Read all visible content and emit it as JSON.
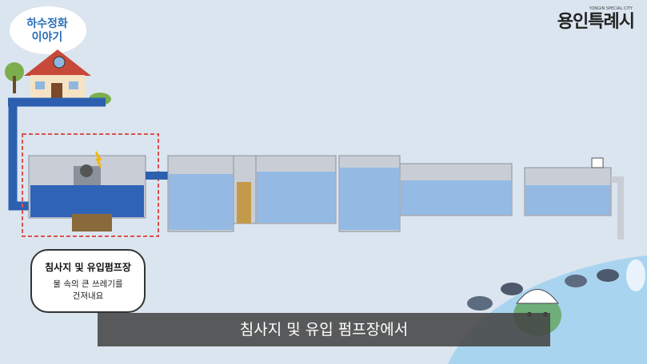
{
  "header": {
    "series_title_line1": "하수정화",
    "series_title_line2": "이야기",
    "logo_text": "용인특례시",
    "logo_sub": "YONGIN SPECIAL CITY"
  },
  "callout": {
    "title": "침사지 및 유입펌프장",
    "description_line1": "물 속의 큰 쓰레기를",
    "description_line2": "건져내요"
  },
  "subtitle": "침사지 및 유입 펌프장에서",
  "colors": {
    "background": "#dbe5ef",
    "water": "#2f63b8",
    "pipe": "#2d5fb0",
    "highlight_box": "#d9534f",
    "tank": "#c9ced6"
  }
}
